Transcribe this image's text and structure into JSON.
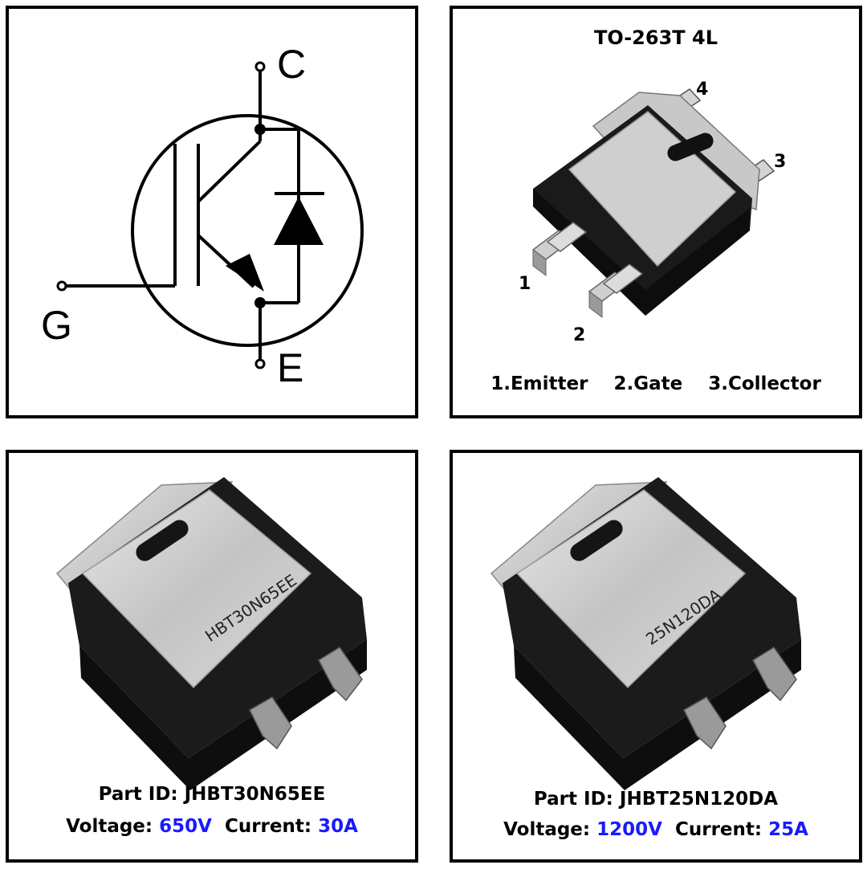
{
  "symbol": {
    "collector": "C",
    "gate": "G",
    "emitter": "E"
  },
  "package": {
    "title": "TO-263T 4L",
    "pins": [
      "1",
      "2",
      "3",
      "4"
    ],
    "pin_legend": [
      "1.Emitter",
      "2.Gate",
      "3.Collector"
    ]
  },
  "parts": [
    {
      "marking": "HBT30N65EE",
      "part_id_label": "Part ID:",
      "part_id": "JHBT30N65EE",
      "voltage_label": "Voltage:",
      "voltage": "650V",
      "current_label": "Current:",
      "current": "30A"
    },
    {
      "marking": "25N120DA",
      "part_id_label": "Part ID:",
      "part_id": "JHBT25N120DA",
      "voltage_label": "Voltage:",
      "voltage": "1200V",
      "current_label": "Current:",
      "current": "25A"
    }
  ],
  "colors": {
    "value_blue": "#1a1aff"
  }
}
